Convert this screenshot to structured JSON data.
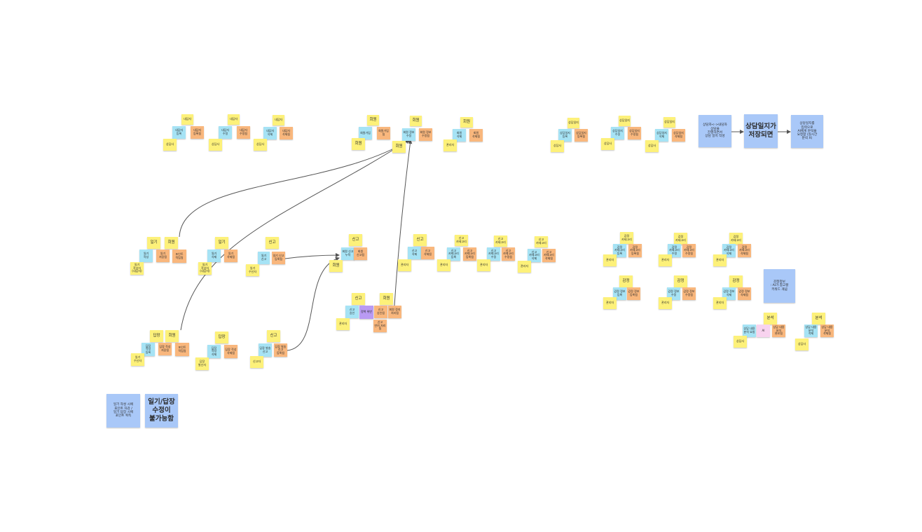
{
  "colors": {
    "yellow": "#fdf17a",
    "blue": "#a6e3f5",
    "orange": "#f9b77d",
    "lightblue": "#a9c8f8",
    "purple": "#b99af3",
    "pink": "#f8d3ef",
    "connector": "#555555"
  },
  "notes": [
    {
      "id": "n1",
      "text": "내담자",
      "color": "yellow"
    },
    {
      "id": "n2",
      "text": "내담자\n등록",
      "color": "blue"
    },
    {
      "id": "n3",
      "text": "내담자\n등록됨",
      "color": "orange"
    },
    {
      "id": "n4",
      "text": "상담사",
      "color": "yellow"
    },
    {
      "id": "n5",
      "text": "내담자",
      "color": "yellow"
    },
    {
      "id": "n6",
      "text": "내담자\n수정",
      "color": "blue"
    },
    {
      "id": "n7",
      "text": "내담자\n수정됨",
      "color": "orange"
    },
    {
      "id": "n8",
      "text": "상담사",
      "color": "yellow"
    },
    {
      "id": "n9",
      "text": "내담자",
      "color": "yellow"
    },
    {
      "id": "n10",
      "text": "내담자\n삭제",
      "color": "blue"
    },
    {
      "id": "n11",
      "text": "내담자\n삭제됨",
      "color": "orange"
    },
    {
      "id": "n12",
      "text": "상담사",
      "color": "yellow"
    },
    {
      "id": "n13",
      "text": "회원",
      "color": "yellow"
    },
    {
      "id": "n14",
      "text": "회원가입",
      "color": "blue"
    },
    {
      "id": "n15",
      "text": "회원가입됨",
      "color": "orange"
    },
    {
      "id": "n16",
      "text": "회원",
      "color": "yellow"
    },
    {
      "id": "n17",
      "text": "회원",
      "color": "yellow"
    },
    {
      "id": "n18",
      "text": "회원 정보\n수정",
      "color": "blue"
    },
    {
      "id": "n19",
      "text": "회원 정보\n수정됨",
      "color": "orange"
    },
    {
      "id": "n20",
      "text": "회원",
      "color": "yellow"
    },
    {
      "id": "n21",
      "text": "회원",
      "color": "yellow"
    },
    {
      "id": "n22",
      "text": "회원\n삭제",
      "color": "blue"
    },
    {
      "id": "n23",
      "text": "회원\n삭제됨",
      "color": "orange"
    },
    {
      "id": "n24",
      "text": "관리자",
      "color": "yellow"
    },
    {
      "id": "n25",
      "text": "상담일지",
      "color": "yellow"
    },
    {
      "id": "n26",
      "text": "상담일지\n등록",
      "color": "blue"
    },
    {
      "id": "n27",
      "text": "상담일지\n등록됨",
      "color": "orange"
    },
    {
      "id": "n28",
      "text": "상담사",
      "color": "yellow"
    },
    {
      "id": "n29",
      "text": "상담일지",
      "color": "yellow"
    },
    {
      "id": "n30",
      "text": "상담일지\n수정",
      "color": "blue"
    },
    {
      "id": "n31",
      "text": "상담일지\n수정됨",
      "color": "orange"
    },
    {
      "id": "n32",
      "text": "상담사",
      "color": "yellow"
    },
    {
      "id": "n33",
      "text": "상담일지",
      "color": "yellow"
    },
    {
      "id": "n34",
      "text": "상담일지\n삭제",
      "color": "blue"
    },
    {
      "id": "n35",
      "text": "상담일지\n삭제됨",
      "color": "orange"
    },
    {
      "id": "n36",
      "text": "상담사",
      "color": "yellow"
    },
    {
      "id": "n37",
      "text": "상담자<->내담자\n상담을\n진행하면서\n상담 일지 작성",
      "color": "lightblue"
    },
    {
      "id": "n38",
      "text": "상담일지가\n저장되면",
      "color": "lightblue"
    },
    {
      "id": "n39",
      "text": "상담일지를\n입력으로\nAI에게 분석을\n요청함 (실시간\n분석 X)",
      "color": "lightblue"
    },
    {
      "id": "n40",
      "text": "일기",
      "color": "yellow"
    },
    {
      "id": "n41",
      "text": "회원",
      "color": "yellow"
    },
    {
      "id": "n42",
      "text": "일기\n작성",
      "color": "blue"
    },
    {
      "id": "n43",
      "text": "일기\n저장됨",
      "color": "orange"
    },
    {
      "id": "n44",
      "text": "포인트\n적립됨",
      "color": "orange"
    },
    {
      "id": "n45",
      "text": "일기\n작성자\n(내담자)",
      "color": "yellow"
    },
    {
      "id": "n46",
      "text": "일기",
      "color": "yellow"
    },
    {
      "id": "n47",
      "text": "일기\n삭제",
      "color": "blue"
    },
    {
      "id": "n48",
      "text": "일기\n삭제됨",
      "color": "orange"
    },
    {
      "id": "n49",
      "text": "일기\n작성자\n(내담자)",
      "color": "yellow"
    },
    {
      "id": "n50",
      "text": "신고",
      "color": "yellow"
    },
    {
      "id": "n51",
      "text": "일기\n신고",
      "color": "blue"
    },
    {
      "id": "n52",
      "text": "일기 신고\n등록됨",
      "color": "orange"
    },
    {
      "id": "n53",
      "text": "일기\n수신자",
      "color": "yellow"
    },
    {
      "id": "n54",
      "text": "신고",
      "color": "yellow"
    },
    {
      "id": "n55",
      "text": "회원 신고\n누적",
      "color": "blue"
    },
    {
      "id": "n56",
      "text": "회원\n신고됨",
      "color": "orange"
    },
    {
      "id": "n57",
      "text": "회원",
      "color": "yellow"
    },
    {
      "id": "n58",
      "text": "신고",
      "color": "yellow"
    },
    {
      "id": "n59",
      "text": "신고\n삭제",
      "color": "blue"
    },
    {
      "id": "n60",
      "text": "신고\n삭제됨",
      "color": "orange"
    },
    {
      "id": "n61",
      "text": "관리자",
      "color": "yellow"
    },
    {
      "id": "n62",
      "text": "신고\n카테고리",
      "color": "yellow"
    },
    {
      "id": "n63",
      "text": "신고\n카테고리\n등록",
      "color": "blue"
    },
    {
      "id": "n64",
      "text": "신고\n카테고리\n등록됨",
      "color": "orange"
    },
    {
      "id": "n65",
      "text": "관리자",
      "color": "yellow"
    },
    {
      "id": "n66",
      "text": "신고\n카테고리",
      "color": "yellow"
    },
    {
      "id": "n67",
      "text": "신고\n카테고리\n수정",
      "color": "blue"
    },
    {
      "id": "n68",
      "text": "신고\n카테고리\n수정됨",
      "color": "orange"
    },
    {
      "id": "n69",
      "text": "관리자",
      "color": "yellow"
    },
    {
      "id": "n70",
      "text": "신고\n카테고리",
      "color": "yellow"
    },
    {
      "id": "n71",
      "text": "신고\n카테고리\n삭제",
      "color": "blue"
    },
    {
      "id": "n72",
      "text": "신고\n카테고리\n삭제됨",
      "color": "orange"
    },
    {
      "id": "n73",
      "text": "관리자",
      "color": "yellow"
    },
    {
      "id": "n74",
      "text": "신고",
      "color": "yellow"
    },
    {
      "id": "n75",
      "text": "회원",
      "color": "yellow"
    },
    {
      "id": "n76",
      "text": "신고\n승인",
      "color": "blue"
    },
    {
      "id": "n77",
      "text": "정책 위반",
      "color": "purple"
    },
    {
      "id": "n78",
      "text": "신고\n승인됨",
      "color": "orange"
    },
    {
      "id": "n79",
      "text": "회원 정지\n처리됨",
      "color": "orange"
    },
    {
      "id": "n80",
      "text": "신고\n반려 처리됨",
      "color": "orange"
    },
    {
      "id": "n81",
      "text": "관리자",
      "color": "yellow"
    },
    {
      "id": "n82",
      "text": "답장",
      "color": "yellow"
    },
    {
      "id": "n83",
      "text": "회원",
      "color": "yellow"
    },
    {
      "id": "n84",
      "text": "답장\n작성\n등록",
      "color": "blue"
    },
    {
      "id": "n85",
      "text": "답장 작성\n저장됨",
      "color": "orange"
    },
    {
      "id": "n86",
      "text": "포인트\n적립됨",
      "color": "orange"
    },
    {
      "id": "n87",
      "text": "일기\n수신자",
      "color": "yellow"
    },
    {
      "id": "n88",
      "text": "답장",
      "color": "yellow"
    },
    {
      "id": "n89",
      "text": "답장\n작성\n삭제",
      "color": "blue"
    },
    {
      "id": "n90",
      "text": "답장 작성\n삭제됨",
      "color": "orange"
    },
    {
      "id": "n91",
      "text": "답장\n발신자",
      "color": "yellow"
    },
    {
      "id": "n92",
      "text": "신고",
      "color": "yellow"
    },
    {
      "id": "n93",
      "text": "답장 발송\n신고",
      "color": "blue"
    },
    {
      "id": "n94",
      "text": "답장 발송\n신고\n등록됨",
      "color": "orange"
    },
    {
      "id": "n95",
      "text": "신고자",
      "color": "yellow"
    },
    {
      "id": "n96",
      "text": "일기 작성 시에\n포인트 차감 /\n일기 답장 시에\n포인트 획득",
      "color": "lightblue"
    },
    {
      "id": "n97",
      "text": "일기/답장\n수정이\n불가능함",
      "color": "lightblue"
    },
    {
      "id": "n98",
      "text": "감정\n카테고리",
      "color": "yellow"
    },
    {
      "id": "n99",
      "text": "감정\n카테고리\n등록",
      "color": "blue"
    },
    {
      "id": "n100",
      "text": "감정\n카테고리\n등록됨",
      "color": "orange"
    },
    {
      "id": "n101",
      "text": "관리자",
      "color": "yellow"
    },
    {
      "id": "n102",
      "text": "감정\n카테고리",
      "color": "yellow"
    },
    {
      "id": "n103",
      "text": "감정\n카테고리\n수정",
      "color": "blue"
    },
    {
      "id": "n104",
      "text": "감정\n카테고리\n수정됨",
      "color": "orange"
    },
    {
      "id": "n105",
      "text": "관리자",
      "color": "yellow"
    },
    {
      "id": "n106",
      "text": "감정\n카테고리",
      "color": "yellow"
    },
    {
      "id": "n107",
      "text": "감정\n카테고리\n삭제",
      "color": "blue"
    },
    {
      "id": "n108",
      "text": "감정\n카테고리\n삭제됨",
      "color": "orange"
    },
    {
      "id": "n109",
      "text": "관리자",
      "color": "yellow"
    },
    {
      "id": "n110",
      "text": "감정",
      "color": "yellow"
    },
    {
      "id": "n111",
      "text": "감정 정보\n등록",
      "color": "blue"
    },
    {
      "id": "n112",
      "text": "감정 정보\n등록됨",
      "color": "orange"
    },
    {
      "id": "n113",
      "text": "관리자",
      "color": "yellow"
    },
    {
      "id": "n114",
      "text": "감정",
      "color": "yellow"
    },
    {
      "id": "n115",
      "text": "감정 정보\n수정",
      "color": "blue"
    },
    {
      "id": "n116",
      "text": "감정 정보\n수정됨",
      "color": "orange"
    },
    {
      "id": "n117",
      "text": "관리자",
      "color": "yellow"
    },
    {
      "id": "n118",
      "text": "감정",
      "color": "yellow"
    },
    {
      "id": "n119",
      "text": "감정 정보\n삭제",
      "color": "blue"
    },
    {
      "id": "n120",
      "text": "감정 정보\n삭제됨",
      "color": "orange"
    },
    {
      "id": "n121",
      "text": "관리자",
      "color": "yellow"
    },
    {
      "id": "n122",
      "text": "감정정보\n: AI가 참고할\n키워드 개념",
      "color": "lightblue"
    },
    {
      "id": "n123",
      "text": "분석",
      "color": "yellow"
    },
    {
      "id": "n124",
      "text": "상담 내용\n분석 요청",
      "color": "blue"
    },
    {
      "id": "n125",
      "text": "AI",
      "color": "pink"
    },
    {
      "id": "n126",
      "text": "상담 내용\n분석\n완료됨",
      "color": "orange"
    },
    {
      "id": "n127",
      "text": "상담사",
      "color": "yellow"
    },
    {
      "id": "n128",
      "text": "분석",
      "color": "yellow"
    },
    {
      "id": "n129",
      "text": "상담 내용\n분석\n삭제",
      "color": "blue"
    },
    {
      "id": "n130",
      "text": "상담 내용\n분석\n삭제됨",
      "color": "orange"
    },
    {
      "id": "n131",
      "text": "상담사",
      "color": "yellow"
    }
  ],
  "connectors": [
    {
      "id": "c1",
      "from": "n41",
      "to": "n17",
      "arrow": true
    },
    {
      "id": "c2",
      "from": "n83",
      "to": "n17",
      "arrow": true
    },
    {
      "id": "c3",
      "from": "n52",
      "to": "n55",
      "arrow": true
    },
    {
      "id": "c4",
      "from": "n94",
      "to": "n55",
      "arrow": true
    },
    {
      "id": "c5",
      "from": "n75",
      "to": "n17",
      "arrow": true
    },
    {
      "id": "c6",
      "from": "n37",
      "to": "n38",
      "arrow": true
    },
    {
      "id": "c7",
      "from": "n38",
      "to": "n39",
      "arrow": true
    }
  ]
}
